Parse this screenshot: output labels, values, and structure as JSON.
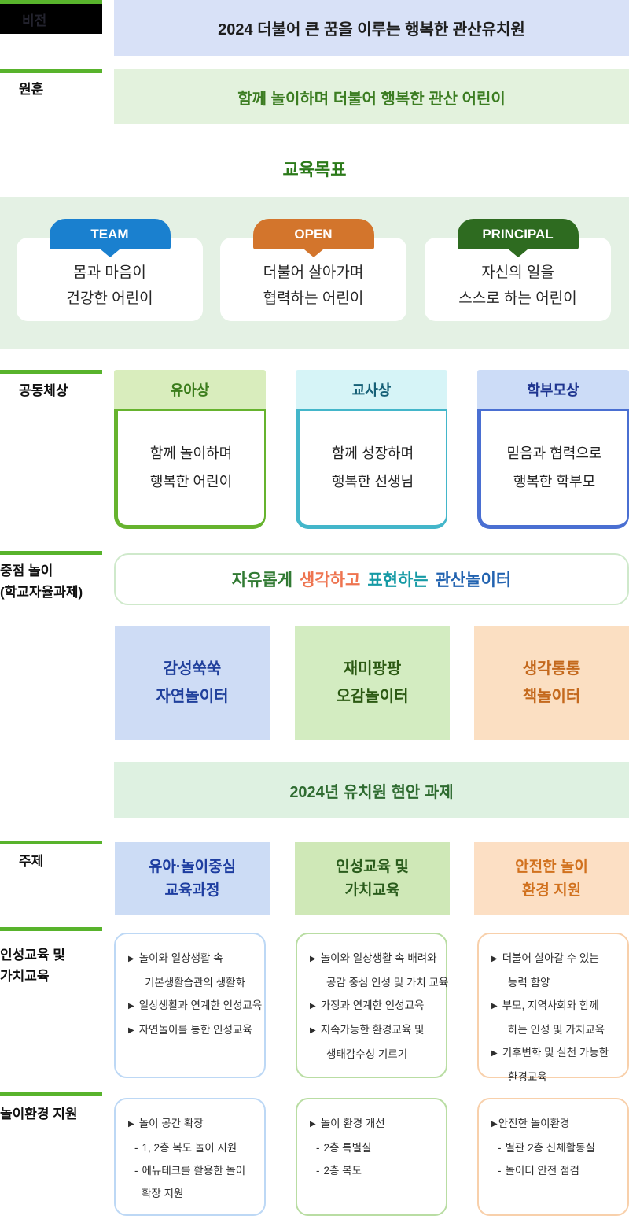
{
  "accent_bar_color": "#58b32c",
  "vision": {
    "label": "비전",
    "text": "2024 더불어 큰 꿈을 이루는 행복한 관산유치원",
    "bg": "#d8e1f7"
  },
  "motto": {
    "label": "원훈",
    "text": "함께 놀이하며 더불어 행복한 관산 어린이",
    "bg": "#e3f2dd",
    "text_color": "#3c7d22"
  },
  "education_goals": {
    "title": "교육목표",
    "title_color": "#2c7a1a",
    "section_bg": "#e4f1e4",
    "cards": [
      {
        "badge": "TEAM",
        "badge_color": "#1a80cf",
        "lines": [
          "몸과 마음이",
          "건강한 어린이"
        ]
      },
      {
        "badge": "OPEN",
        "badge_color": "#d3752c",
        "lines": [
          "더불어 살아가며",
          "협력하는 어린이"
        ]
      },
      {
        "badge": "PRINCIPAL",
        "badge_color": "#2e6b20",
        "lines": [
          "자신의 일을",
          "스스로 하는 어린이"
        ]
      }
    ]
  },
  "community": {
    "label": "공동체상",
    "cards": [
      {
        "header": "유아상",
        "header_bg": "#d9edbd",
        "header_color": "#3b7d1c",
        "border": "#66b32e",
        "lines": [
          "함께 놀이하며",
          "행복한 어린이"
        ]
      },
      {
        "header": "교사상",
        "header_bg": "#d6f4f7",
        "header_color": "#155f76",
        "border": "#43b6ca",
        "lines": [
          "함께 성장하며",
          "행복한 선생님"
        ]
      },
      {
        "header": "학부모상",
        "header_bg": "#ccdcf7",
        "header_color": "#1f3590",
        "border": "#4a6fd2",
        "lines": [
          "믿음과 협력으로",
          "행복한 학부모"
        ]
      }
    ]
  },
  "focus_play": {
    "label_lines": [
      "중점 놀이",
      "(학교자율과제)"
    ],
    "title_words": [
      {
        "text": "자유롭게",
        "color": "#317a33"
      },
      {
        "text": "생각하고",
        "color": "#ee7450"
      },
      {
        "text": "표현하는",
        "color": "#159aa5"
      },
      {
        "text": "관산놀이터",
        "color": "#2263b0"
      }
    ],
    "boxes": [
      {
        "lines": [
          "감성쑥쑥",
          "자연놀이터"
        ],
        "bg": "#cedcf5",
        "color": "#20409c"
      },
      {
        "lines": [
          "재미팡팡",
          "오감놀이터"
        ],
        "bg": "#d3ecc1",
        "color": "#2b5913"
      },
      {
        "lines": [
          "생각통통",
          "책놀이터"
        ],
        "bg": "#fbdfc2",
        "color": "#c4691d"
      }
    ]
  },
  "agenda_banner": {
    "text": "2024년 유치원 현안 과제",
    "bg": "#def1e1",
    "color": "#2e6b30"
  },
  "topics": {
    "label": "주제",
    "boxes": [
      {
        "lines": [
          "유아·놀이중심",
          "교육과정"
        ],
        "bg": "#ccdcf5",
        "color": "#1d3da0"
      },
      {
        "lines": [
          "인성교육 및",
          "가치교육"
        ],
        "bg": "#cfe8b7",
        "color": "#2a5c1c"
      },
      {
        "lines": [
          "안전한 놀이",
          "환경 지원"
        ],
        "bg": "#fcdfc4",
        "color": "#d1711e"
      }
    ]
  },
  "character_education": {
    "label_lines": [
      "인성교육 및",
      "가치교육"
    ],
    "cards": [
      {
        "border": "#bdd8f5",
        "items": [
          {
            "t": "a",
            "text": "놀이와 일상생활 속"
          },
          {
            "t": "c",
            "text": "기본생활습관의 생활화"
          },
          {
            "t": "a",
            "text": "일상생활과 연계한 인성교육"
          },
          {
            "t": "a",
            "text": "자연놀이를 통한 인성교육"
          }
        ]
      },
      {
        "border": "#b9dda3",
        "items": [
          {
            "t": "a",
            "text": "놀이와 일상생활 속 배려와"
          },
          {
            "t": "c",
            "text": "공감 중심 인성 및 가치 교육"
          },
          {
            "t": "a",
            "text": "가정과 연계한 인성교육"
          },
          {
            "t": "a",
            "text": "지속가능한 환경교육 및"
          },
          {
            "t": "c",
            "text": "생태감수성 기르기"
          }
        ]
      },
      {
        "border": "#f8d0ab",
        "items": [
          {
            "t": "a",
            "text": "더불어 살아갈 수 있는"
          },
          {
            "t": "c",
            "text": "능력 함양"
          },
          {
            "t": "a",
            "text": "부모, 지역사회와 함께"
          },
          {
            "t": "c",
            "text": "하는 인성 및 가치교육"
          },
          {
            "t": "a",
            "text": "기후변화 및 실천 가능한"
          },
          {
            "t": "c",
            "text": "환경교육"
          }
        ]
      }
    ]
  },
  "play_environment": {
    "label": "놀이환경 지원",
    "cards": [
      {
        "border": "#bdd8f5",
        "items": [
          {
            "t": "a",
            "text": "놀이 공간 확장"
          },
          {
            "t": "d",
            "text": "1, 2층 복도 놀이 지원"
          },
          {
            "t": "d",
            "text": "에듀테크를 활용한 놀이"
          },
          {
            "t": "c2",
            "text": "확장 지원"
          }
        ]
      },
      {
        "border": "#b9dda3",
        "items": [
          {
            "t": "a",
            "text": "놀이 환경 개선"
          },
          {
            "t": "d",
            "text": "2층 특별실"
          },
          {
            "t": "d",
            "text": "2층 복도"
          }
        ]
      },
      {
        "border": "#f8d0ab",
        "items": [
          {
            "t": "a0",
            "text": "안전한 놀이환경"
          },
          {
            "t": "d",
            "text": "별관 2층 신체활동실"
          },
          {
            "t": "d",
            "text": "놀이터 안전 점검"
          }
        ]
      }
    ]
  }
}
